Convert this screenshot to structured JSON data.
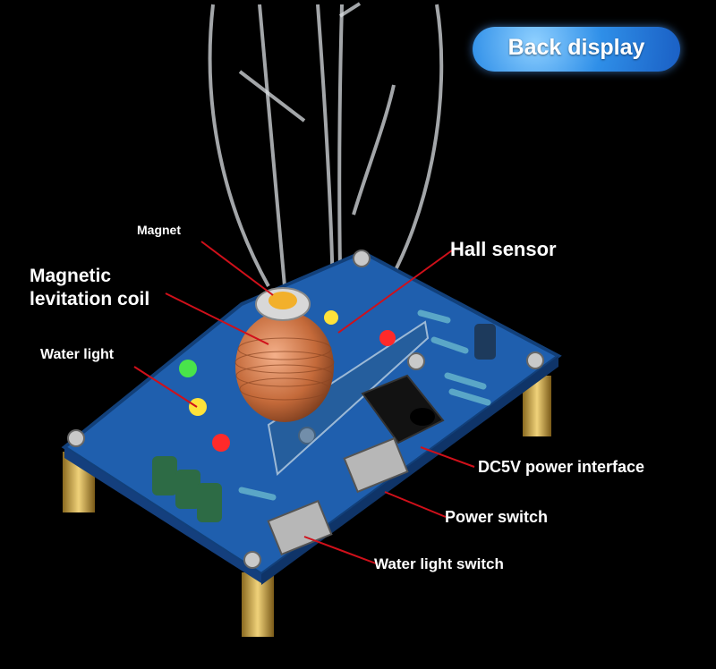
{
  "header": {
    "badge": "Back display"
  },
  "labels": {
    "magnet": "Magnet",
    "coil_line1": "Magnetic",
    "coil_line2": "levitation coil",
    "hall_sensor": "Hall sensor",
    "water_light": "Water light",
    "dc5v": "DC5V power interface",
    "power_switch": "Power switch",
    "water_light_switch": "Water light switch"
  },
  "colors": {
    "background": "#000000",
    "pcb": "#1f5fae",
    "pointer": "#d0101a",
    "badge": "#2f8fe8"
  }
}
